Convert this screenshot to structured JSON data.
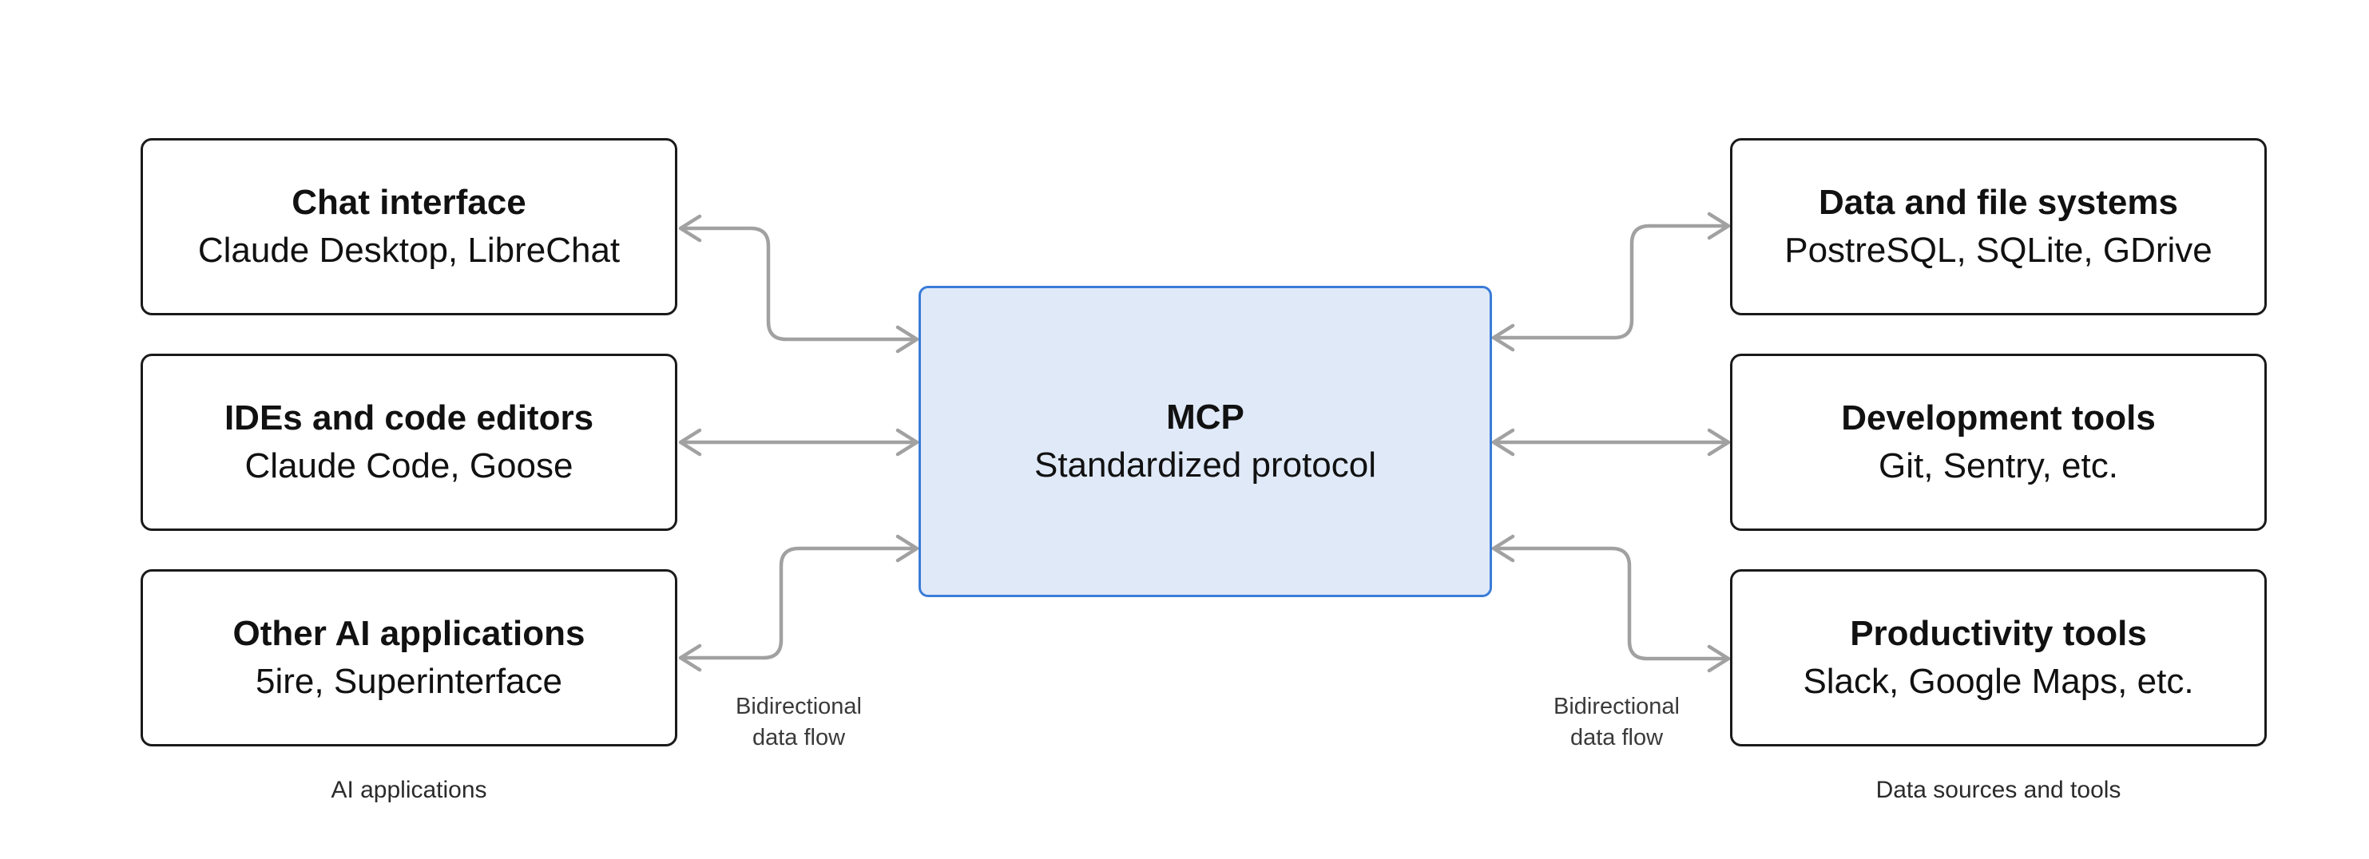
{
  "diagram": {
    "left_group": {
      "caption": "AI applications",
      "boxes": [
        {
          "title": "Chat interface",
          "subtitle": "Claude Desktop, LibreChat"
        },
        {
          "title": "IDEs and code editors",
          "subtitle": "Claude Code, Goose"
        },
        {
          "title": "Other AI applications",
          "subtitle": "5ire, Superinterface"
        }
      ]
    },
    "center_box": {
      "title": "MCP",
      "subtitle": "Standardized protocol"
    },
    "right_group": {
      "caption": "Data sources and tools",
      "boxes": [
        {
          "title": "Data and file systems",
          "subtitle": "PostreSQL, SQLite, GDrive"
        },
        {
          "title": "Development tools",
          "subtitle": "Git, Sentry, etc."
        },
        {
          "title": "Productivity tools",
          "subtitle": "Slack, Google Maps, etc."
        }
      ]
    },
    "labels": {
      "bidirectional_line1": "Bidirectional",
      "bidirectional_line2": "data flow"
    },
    "colors": {
      "mcp_fill": "#dfe9f8",
      "mcp_border": "#3a7cd8",
      "box_border": "#1a1a1a",
      "arrow": "#a1a1a1"
    }
  }
}
